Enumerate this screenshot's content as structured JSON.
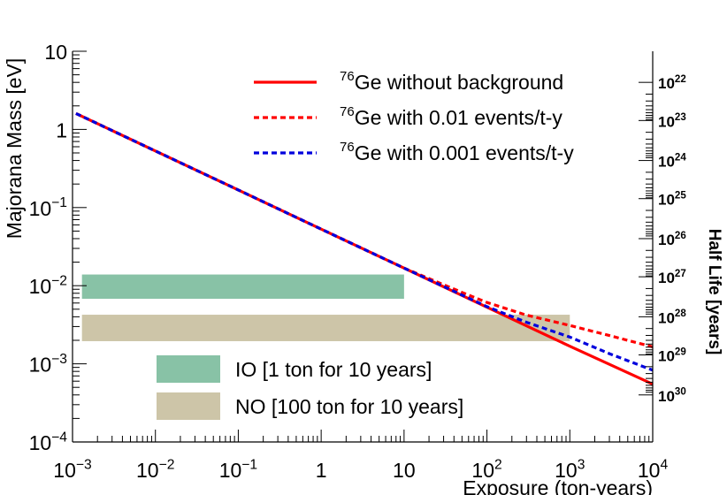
{
  "chart_data": {
    "type": "line",
    "xlabel": "Exposure (ton-years)",
    "ylabel": "Majorana Mass [eV]",
    "y2label": "Half Life [years]",
    "x_scale": "log",
    "y_scale": "log",
    "xlim": [
      0.001,
      10000
    ],
    "ylim": [
      0.0001,
      10
    ],
    "x_ticks": [
      {
        "value": 0.001,
        "base": "10",
        "exp": "−3"
      },
      {
        "value": 0.01,
        "base": "10",
        "exp": "−2"
      },
      {
        "value": 0.1,
        "base": "10",
        "exp": "−1"
      },
      {
        "value": 1,
        "base": "1",
        "exp": ""
      },
      {
        "value": 10,
        "base": "10",
        "exp": ""
      },
      {
        "value": 100,
        "base": "10",
        "exp": "2"
      },
      {
        "value": 1000,
        "base": "10",
        "exp": "3"
      },
      {
        "value": 10000,
        "base": "10",
        "exp": "4"
      }
    ],
    "y_ticks": [
      {
        "value": 10,
        "base": "10",
        "exp": ""
      },
      {
        "value": 1,
        "base": "1",
        "exp": ""
      },
      {
        "value": 0.1,
        "base": "10",
        "exp": "−1"
      },
      {
        "value": 0.01,
        "base": "10",
        "exp": "−2"
      },
      {
        "value": 0.001,
        "base": "10",
        "exp": "−3"
      },
      {
        "value": 0.0001,
        "base": "10",
        "exp": "−4"
      }
    ],
    "half_life_ticks": [
      {
        "mass": 4.0,
        "base": "10",
        "exp": "22"
      },
      {
        "mass": 1.3,
        "base": "10",
        "exp": "23"
      },
      {
        "mass": 0.4,
        "base": "10",
        "exp": "24"
      },
      {
        "mass": 0.13,
        "base": "10",
        "exp": "25"
      },
      {
        "mass": 0.04,
        "base": "10",
        "exp": "26"
      },
      {
        "mass": 0.013,
        "base": "10",
        "exp": "27"
      },
      {
        "mass": 0.004,
        "base": "10",
        "exp": "28"
      },
      {
        "mass": 0.0013,
        "base": "10",
        "exp": "29"
      },
      {
        "mass": 0.0004,
        "base": "10",
        "exp": "30"
      }
    ],
    "series": [
      {
        "name_sup": "76",
        "name": "Ge without background",
        "color": "#ff0000",
        "dash": "solid",
        "x": [
          0.0011,
          0.01,
          0.1,
          1,
          10,
          100,
          1000,
          10000
        ],
        "y": [
          1.6,
          0.53,
          0.168,
          0.053,
          0.0168,
          0.0053,
          0.00168,
          0.00055
        ]
      },
      {
        "name_sup": "76",
        "name": "Ge with 0.01 events/t-y",
        "color": "#ff0000",
        "dash": "dashed",
        "x": [
          0.0011,
          0.01,
          0.1,
          1,
          10,
          50,
          100,
          300,
          1000,
          3000,
          10000
        ],
        "y": [
          1.6,
          0.53,
          0.168,
          0.053,
          0.0168,
          0.0082,
          0.0061,
          0.0042,
          0.0031,
          0.0023,
          0.00165
        ]
      },
      {
        "name_sup": "76",
        "name": "Ge with 0.001 events/t-y",
        "color": "#0000dd",
        "dash": "dashed",
        "x": [
          0.0011,
          0.01,
          0.1,
          1,
          10,
          100,
          300,
          1000,
          3000,
          10000
        ],
        "y": [
          1.6,
          0.53,
          0.168,
          0.053,
          0.0168,
          0.0054,
          0.0034,
          0.0022,
          0.00135,
          0.00083
        ]
      }
    ],
    "bands": [
      {
        "name": "IO [1 ton for 10 years]",
        "color": "#88c2a6",
        "x": [
          0.0013,
          10
        ],
        "y": [
          0.0068,
          0.0139
        ]
      },
      {
        "name": "NO [100 ton for 10 years]",
        "color": "#cdc5a8",
        "x": [
          0.0013,
          1000
        ],
        "y": [
          0.00195,
          0.00425
        ]
      }
    ]
  }
}
